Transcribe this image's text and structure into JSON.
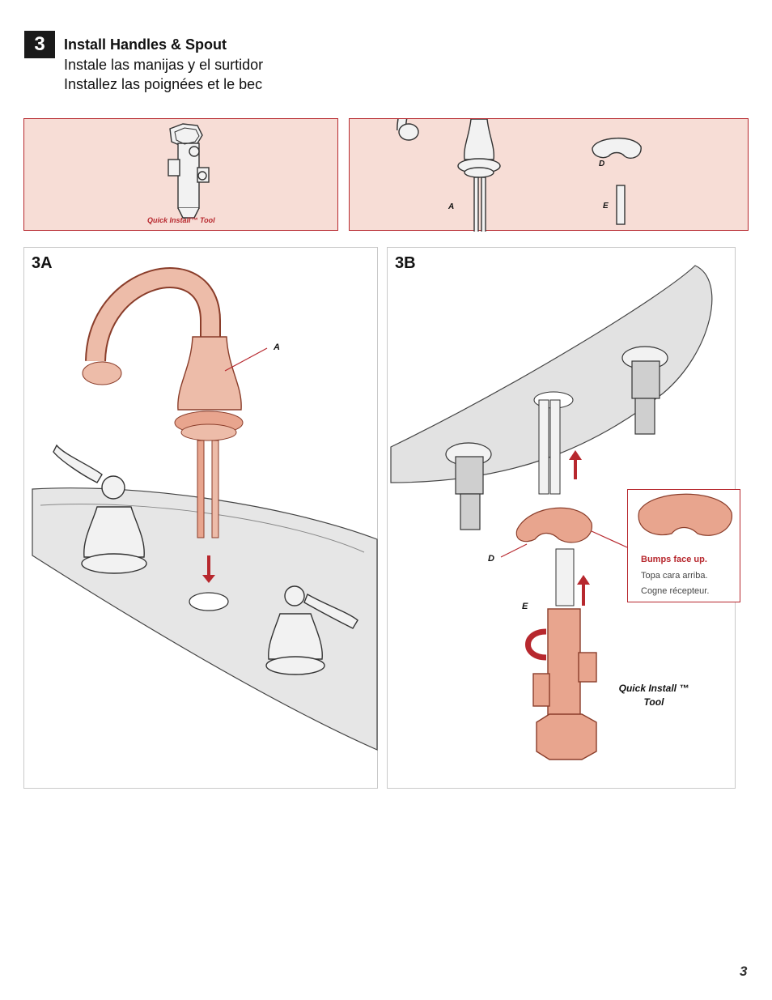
{
  "step": {
    "number": "3",
    "title_en": "Install Handles & Spout",
    "title_es": "Instale las manijas y el surtidor",
    "title_fr": "Installez las poignées et le bec"
  },
  "tool_box": {
    "label": "Quick Install™ Tool"
  },
  "parts_box": {
    "label_a": "A",
    "label_d": "D",
    "label_e": "E"
  },
  "panel_a": {
    "label": "3A",
    "callout_a": "A"
  },
  "panel_b": {
    "label": "3B",
    "callout_d": "D",
    "callout_e": "E",
    "tool_label_line1": "Quick Install ™",
    "tool_label_line2": "Tool",
    "note_en": "Bumps face up.",
    "note_es": "Topa cara arriba.",
    "note_fr": "Cogne récepteur."
  },
  "page_number": "3",
  "colors": {
    "accent": "#b7282e",
    "tint": "#f7ddd6",
    "copper": "#e8a58e"
  }
}
